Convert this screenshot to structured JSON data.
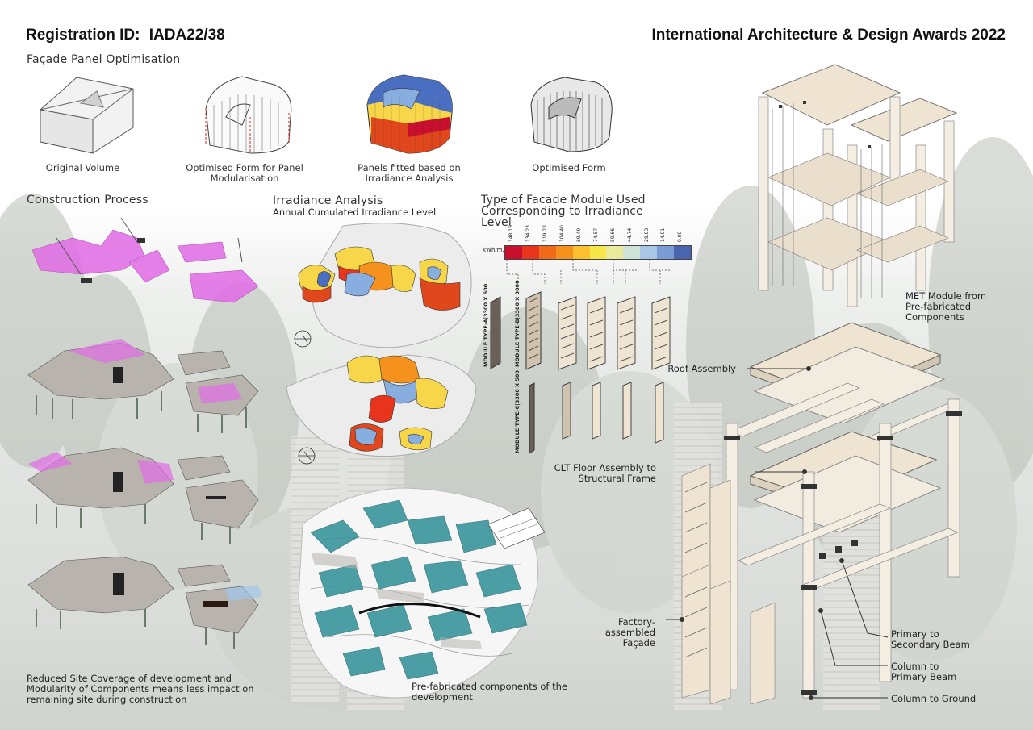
{
  "header": {
    "registration_label": "Registration ID:",
    "registration_id": "IADA22/38",
    "award": "International Architecture & Design Awards 2022"
  },
  "facade_optimisation": {
    "title": "Façade Panel Optimisation",
    "steps": [
      {
        "label": "Original Volume"
      },
      {
        "label": "Optimised Form for Panel Modularisation"
      },
      {
        "label": "Panels fitted based on Irradiance Analysis"
      },
      {
        "label": "Optimised Form"
      }
    ]
  },
  "construction": {
    "title": "Construction Process",
    "caption": "Reduced Site Coverage of development and Modularity of Components means less impact on remaining site during construction"
  },
  "irradiance": {
    "title": "Irradiance Analysis",
    "subtitle": "Annual Cumulated Irradiance Level"
  },
  "facade_modules": {
    "title": "Type of Facade Module Used Corresponding to Irradiance Level",
    "unit": "kWh/m2",
    "scale_values": [
      "148.15",
      "134.23",
      "119.23",
      "104.40",
      "89.49",
      "74.57",
      "59.66",
      "44.74",
      "29.83",
      "14.91",
      "0.00"
    ],
    "scale_colors": [
      "#c8102e",
      "#e8341c",
      "#f06a1a",
      "#f5921d",
      "#fbc02d",
      "#f7e64a",
      "#e9ea9a",
      "#cfe2d8",
      "#a9c6e6",
      "#7a9bd3",
      "#4a64b0"
    ],
    "module_a": "MODULE TYPE-A|3300 X 500",
    "module_b": "MODULE TYPE-B|3300 X 3000",
    "module_c": "MODULE TYPE-C|3300 X 500"
  },
  "prefab": {
    "caption": "Pre-fabricated components of the development"
  },
  "met_module": {
    "caption": "MET Module from Pre-fabricated Components",
    "labels": {
      "roof": "Roof Assembly",
      "clt": "CLT Floor Assembly to Structural Frame",
      "facade": "Factory-assembled Façade",
      "primary_secondary": "Primary to Secondary Beam",
      "column_primary": "Column to Primary Beam",
      "column_ground": "Column to Ground"
    }
  },
  "colors": {
    "magenta": "#e16be6",
    "teal": "#2f8f98",
    "timber": "#efe4d2",
    "concrete": "#b8b4ad"
  }
}
